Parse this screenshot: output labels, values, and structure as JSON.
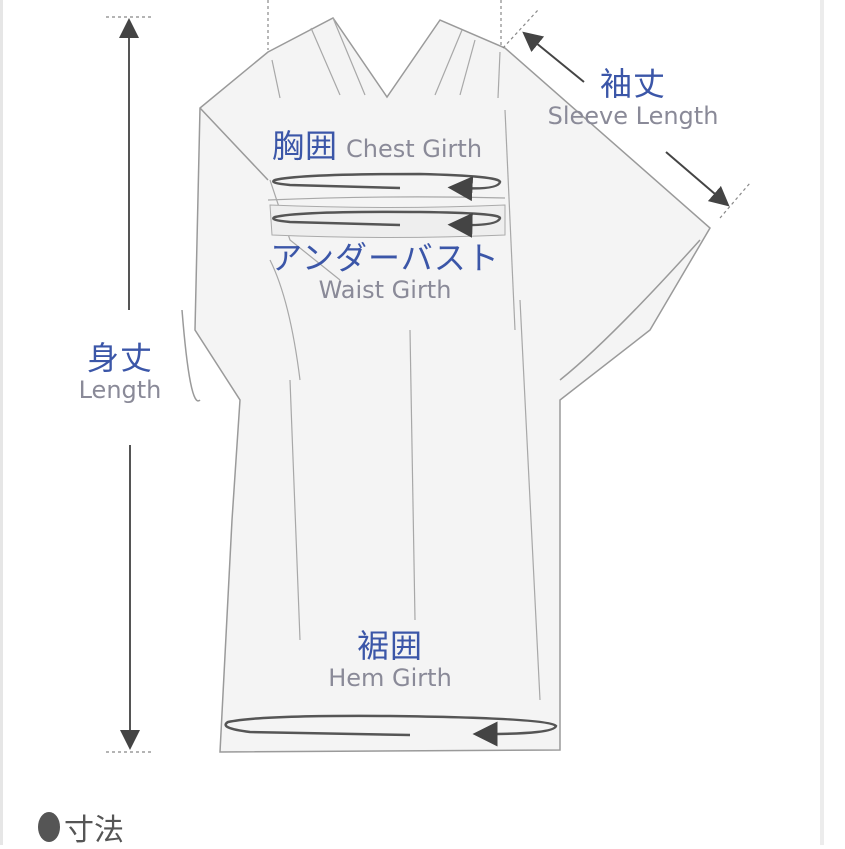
{
  "diagram": {
    "subject": "Kimono measurement guide",
    "labels": {
      "sleeve_length": {
        "jp": "袖丈",
        "en": "Sleeve Length"
      },
      "chest_girth": {
        "jp": "胸囲",
        "en": "Chest Girth"
      },
      "waist_girth": {
        "jp": "アンダーバスト",
        "en": "Waist Girth"
      },
      "length": {
        "jp": "身丈",
        "en": "Length"
      },
      "hem_girth": {
        "jp": "裾囲",
        "en": "Hem Girth"
      }
    },
    "colors": {
      "jp_label": "#3b56a8",
      "en_label": "#8a8a98",
      "outline": "#9a9a9a",
      "arrow": "#444444",
      "garment_fill": "#f4f4f4"
    }
  },
  "footer": {
    "section_heading": "寸法"
  }
}
